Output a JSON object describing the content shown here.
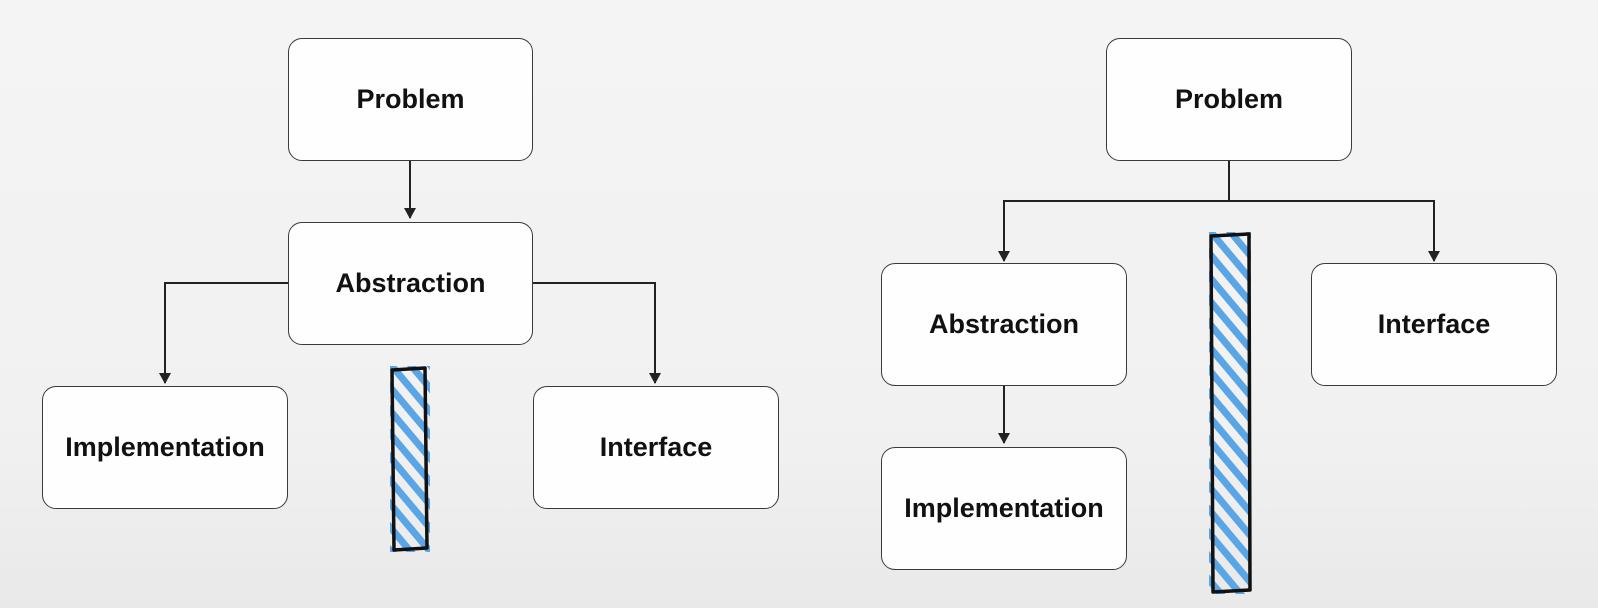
{
  "left_diagram": {
    "nodes": {
      "problem": "Problem",
      "abstraction": "Abstraction",
      "implementation": "Implementation",
      "interface": "Interface"
    },
    "edges": [
      [
        "Problem",
        "Abstraction"
      ],
      [
        "Abstraction",
        "Implementation"
      ],
      [
        "Abstraction",
        "Interface"
      ]
    ],
    "separator_marker": "blue-hatched-bar"
  },
  "right_diagram": {
    "nodes": {
      "problem": "Problem",
      "abstraction": "Abstraction",
      "implementation": "Implementation",
      "interface": "Interface"
    },
    "edges": [
      [
        "Problem",
        "Abstraction"
      ],
      [
        "Problem",
        "Interface"
      ],
      [
        "Abstraction",
        "Implementation"
      ]
    ],
    "separator_marker": "blue-hatched-bar"
  },
  "colors": {
    "node_border": "#3a3a3a",
    "connector": "#222222",
    "marker_hatch": "#5aa5e6",
    "marker_outline": "#111111",
    "background": "#f2f2f2"
  }
}
